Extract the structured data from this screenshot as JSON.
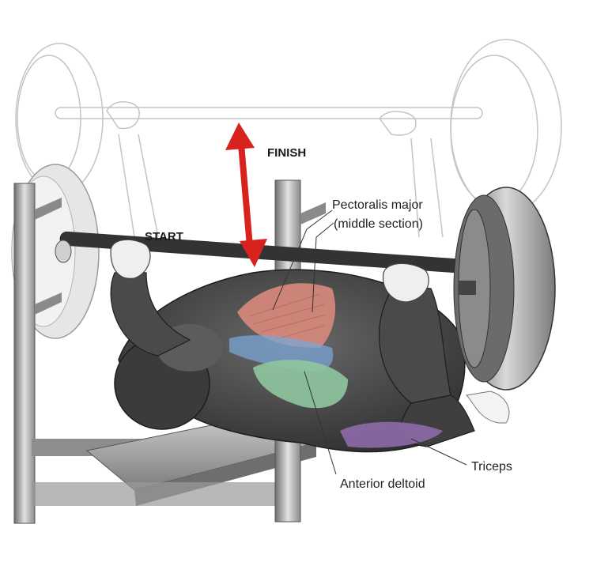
{
  "labels": {
    "finish": "FINISH",
    "start": "START",
    "pectoralis_line1": "Pectoralis major",
    "pectoralis_line2": "(middle section)",
    "triceps": "Triceps",
    "anterior_deltoid": "Anterior deltoid"
  },
  "colors": {
    "arrow": "#d8221d",
    "pectoralis": "#d98a7c",
    "deltoid": "#8fc7a0",
    "triceps": "#8e6aa8",
    "body": "#3a3a3a",
    "bar": "#333333",
    "ghost": "#bdbdbd",
    "bench": "#9a9a9a"
  }
}
